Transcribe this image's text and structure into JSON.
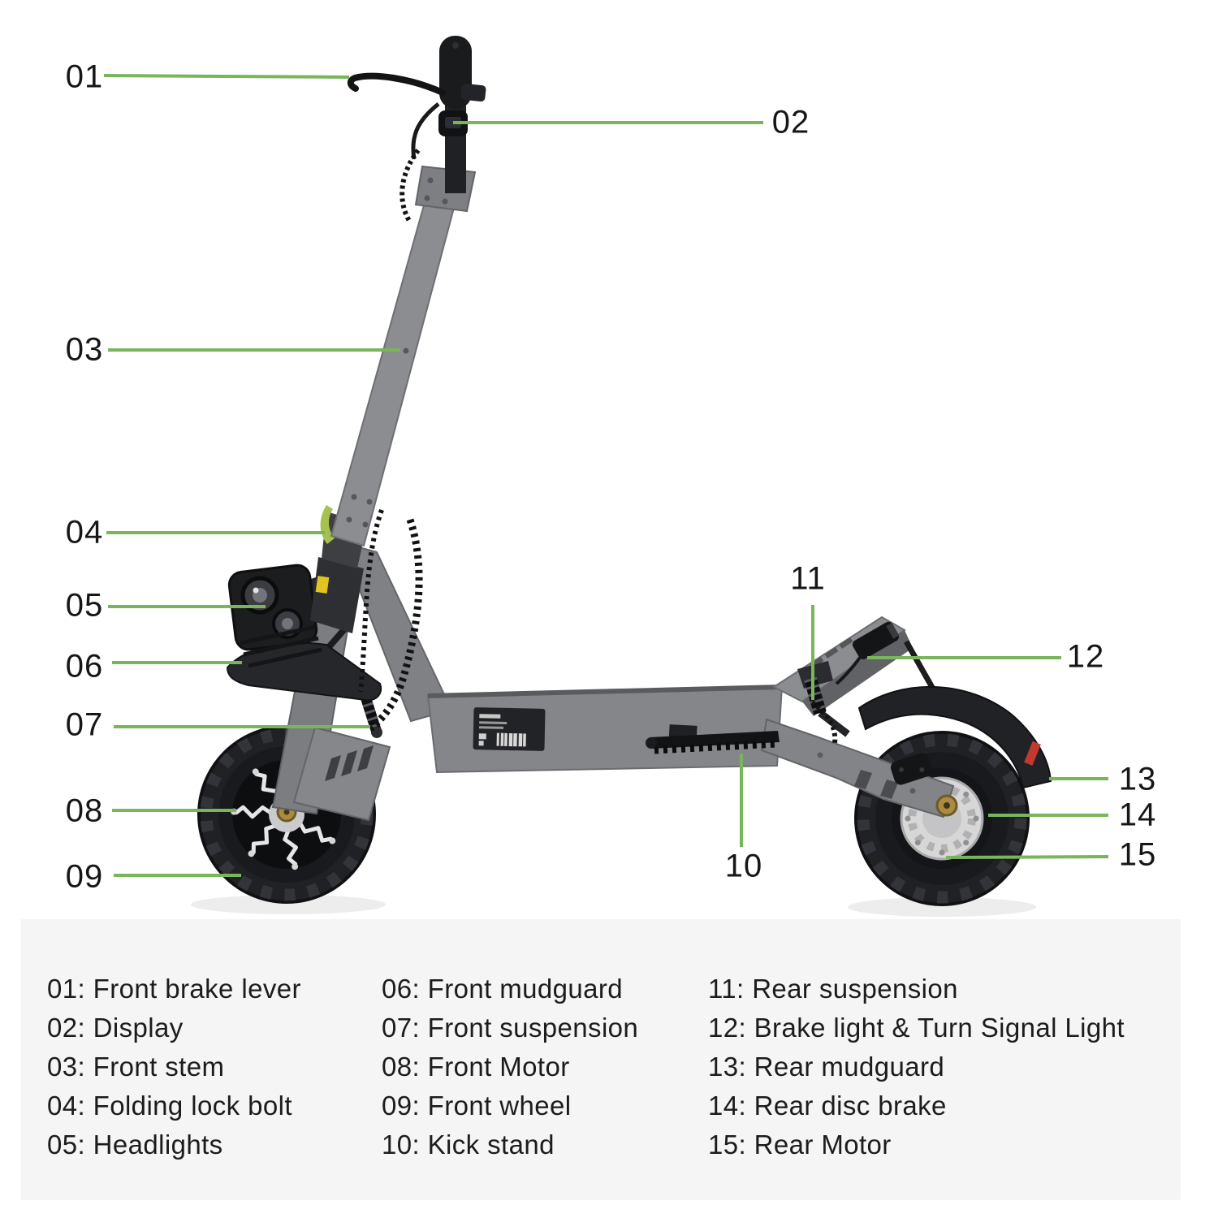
{
  "colors": {
    "accent_line": "#7ab55c",
    "legend_bg": "#f5f5f6",
    "text": "#1c1c1e",
    "scooter_gray": "#85878a",
    "scooter_dark": "#1d1e21",
    "tail_light_red": "#c03a30"
  },
  "callouts": [
    {
      "num": "01"
    },
    {
      "num": "02"
    },
    {
      "num": "03"
    },
    {
      "num": "04"
    },
    {
      "num": "05"
    },
    {
      "num": "06"
    },
    {
      "num": "07"
    },
    {
      "num": "08"
    },
    {
      "num": "09"
    },
    {
      "num": "10"
    },
    {
      "num": "11"
    },
    {
      "num": "12"
    },
    {
      "num": "13"
    },
    {
      "num": "14"
    },
    {
      "num": "15"
    }
  ],
  "legend": {
    "columns": [
      {
        "items": [
          "01: Front brake lever",
          "02: Display",
          "03: Front stem",
          "04: Folding lock bolt",
          "05: Headlights"
        ]
      },
      {
        "items": [
          "06: Front mudguard",
          "07: Front suspension",
          "08: Front Motor",
          "09: Front wheel",
          "10: Kick stand"
        ]
      },
      {
        "items": [
          "11: Rear suspension",
          "12: Brake light & Turn Signal Light",
          "13: Rear mudguard",
          "14: Rear disc brake",
          "15: Rear Motor"
        ]
      }
    ]
  }
}
